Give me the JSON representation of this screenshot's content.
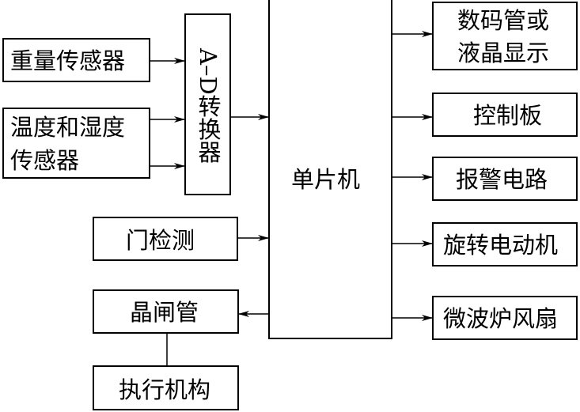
{
  "blocks": {
    "weight_sensor": "重量传感器",
    "temp_humidity_sensor_line1": "温度和湿度",
    "temp_humidity_sensor_line2": "传感器",
    "ad_converter": "A–D转换器",
    "door_detect": "门检测",
    "thyristor": "晶闸管",
    "actuator": "执行机构",
    "mcu": "单片机",
    "display_line1": "数码管或",
    "display_line2": "液晶显示",
    "control_panel": "控制板",
    "alarm_circuit": "报警电路",
    "rotating_motor": "旋转电动机",
    "microwave_fan": "微波炉风扇"
  },
  "colors": {
    "line": "#000000",
    "background": "#ffffff"
  }
}
